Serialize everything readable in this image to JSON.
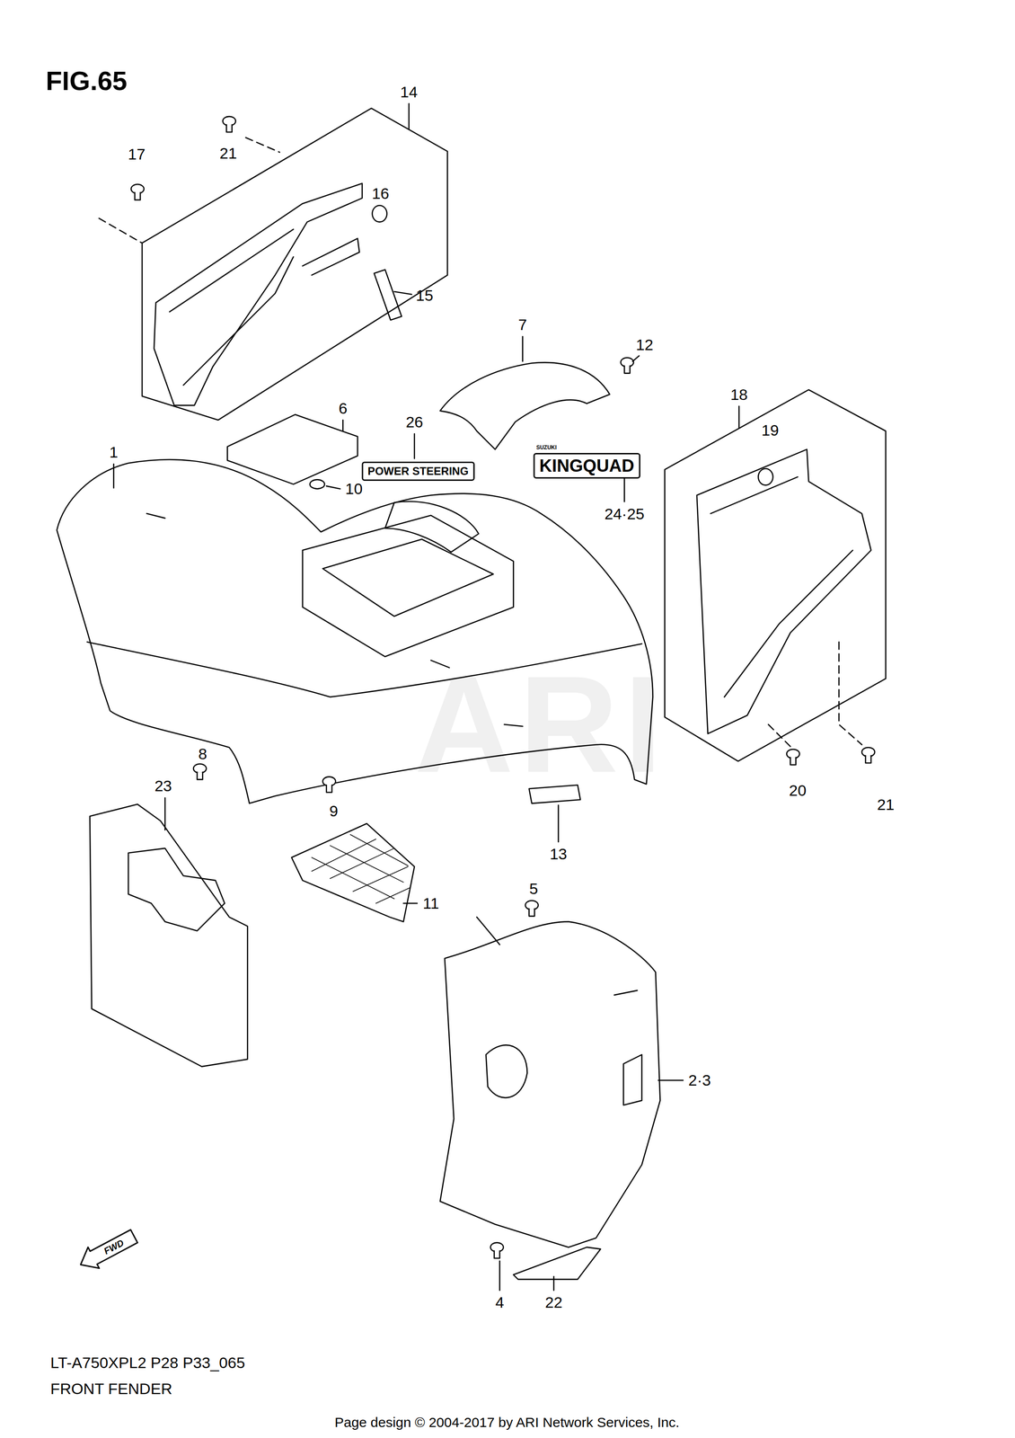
{
  "diagram": {
    "title": "FIG.65",
    "labels": [
      "14",
      "17",
      "21",
      "16",
      "15",
      "7",
      "12",
      "18",
      "19",
      "1",
      "6",
      "26",
      "POWER STEERING",
      "SUZUKI",
      "KINGQUAD",
      "24·25",
      "10",
      "8",
      "23",
      "9",
      "20",
      "21",
      "13",
      "11",
      "5",
      "2·3",
      "4",
      "22",
      "FWD",
      "ARI",
      "LT-A750XPL2 P28 P33_065",
      "FRONT FENDER",
      "Page design © 2004-2017 by ARI Network Services, Inc."
    ]
  }
}
